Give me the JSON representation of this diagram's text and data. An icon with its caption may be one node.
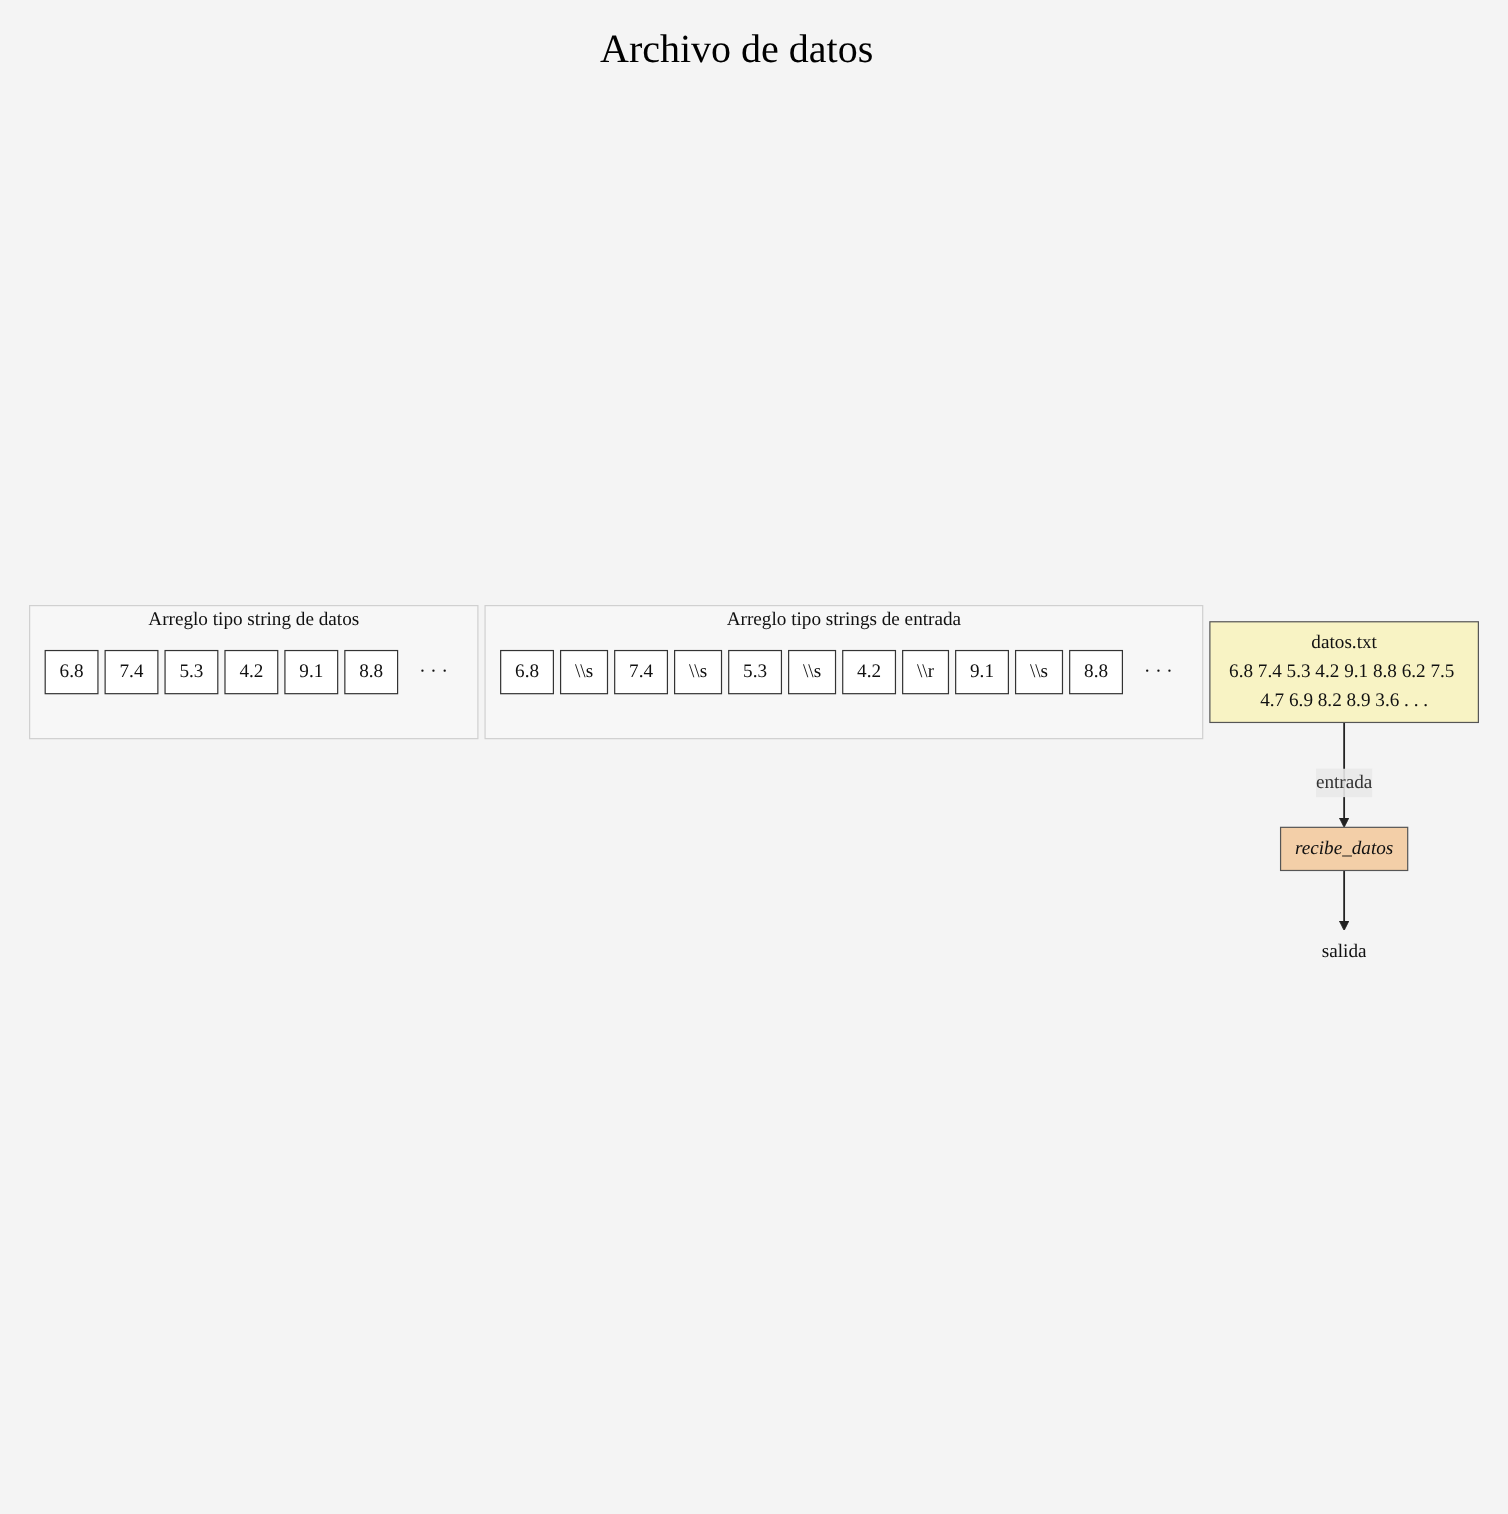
{
  "diagram": {
    "nodes": [
      {
        "text": [
          "datos.txt",
          "6.8 7.4 5.3 4.2 9.1 8.8 6.2 7.5 4.7 6.9 8.2 8.9 3.6 . . ."
        ]
      },
      {
        "text": [
          "Arreglo tipo strings de entrada"
        ]
      },
      {
        "text": [
          "6.8"
        ],
        "in": 1
      },
      {
        "text": [
          "\\\\s"
        ],
        "in": 1
      },
      {
        "text": [
          "7.4"
        ],
        "in": 1
      },
      {
        "text": [
          "\\\\s"
        ],
        "in": 1
      },
      {
        "text": [
          "5.3"
        ],
        "in": 1
      },
      {
        "text": [
          "\\\\s"
        ],
        "in": 1
      },
      {
        "text": [
          "4.2"
        ],
        "in": 1
      },
      {
        "text": [
          "\\\\r"
        ],
        "in": 1
      },
      {
        "text": [
          "9.1"
        ],
        "in": 1
      },
      {
        "text": [
          "\\\\s"
        ],
        "in": 1
      },
      {
        "text": [
          "8.8"
        ],
        "in": 1
      },
      {
        "text": [
          "· · ·"
        ],
        "in": 1
      },
      {
        "text": [
          "recibe_datos"
        ]
      },
      {
        "text": [
          "Arreglo tipo string de datos"
        ]
      },
      {
        "text": [
          "6.8"
        ],
        "in": 15
      },
      {
        "text": [
          "7.4"
        ],
        "in": 15
      },
      {
        "text": [
          "5.3"
        ],
        "in": 15
      },
      {
        "text": [
          "4.2"
        ],
        "in": 15
      },
      {
        "text": [
          "9.1"
        ],
        "in": 15
      },
      {
        "text": [
          "8.8"
        ],
        "in": 15
      },
      {
        "text": [
          "· · ·"
        ],
        "in": 15
      },
      {
        "text": [
          "salida"
        ]
      }
    ],
    "edges": [
      {
        "from": 0,
        "to": 14,
        "label": "entrada",
        "arrow": "to"
      },
      {
        "from": 14,
        "to": 23,
        "arrow": "to"
      }
    ],
    "labels": [
      "Archivo de datos"
    ]
  }
}
